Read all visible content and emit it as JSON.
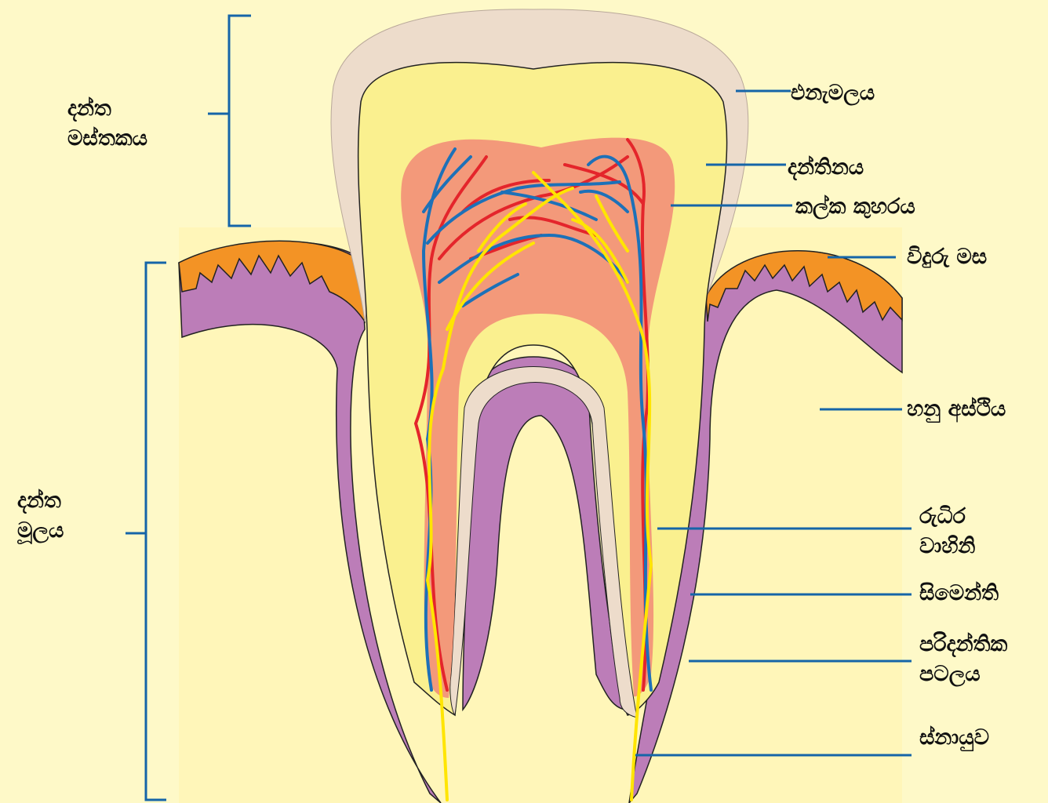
{
  "colors": {
    "background": "#FEF9C8",
    "enamel": "#EDDCCB",
    "dentine": "#FAF08F",
    "pulp": "#F3997A",
    "gum": "#F39325",
    "periodontal": "#BC7DB8",
    "cementum": "#EDDCCB",
    "artery": "#E4252B",
    "vein": "#1D71B8",
    "nerve": "#FFE500",
    "leader": "#1565A8"
  },
  "labels": {
    "crown": "දන්ත\nමස්තකය",
    "root": "දන්ත\nමූලය",
    "enamel": "එනැමලය",
    "dentine": "දන්තිනය",
    "pulp_cavity": "කල්ක කුහරය",
    "gum": "විදුරු මස",
    "jaw_bone": "හනු අස්ථිය",
    "blood_vessels": "රුධිර\nවාහිනි",
    "cementum": "සිමෙන්ති",
    "periodontal_membrane": "පරිදන්තික\nපටලය",
    "nerve": "ස්නායුව"
  }
}
